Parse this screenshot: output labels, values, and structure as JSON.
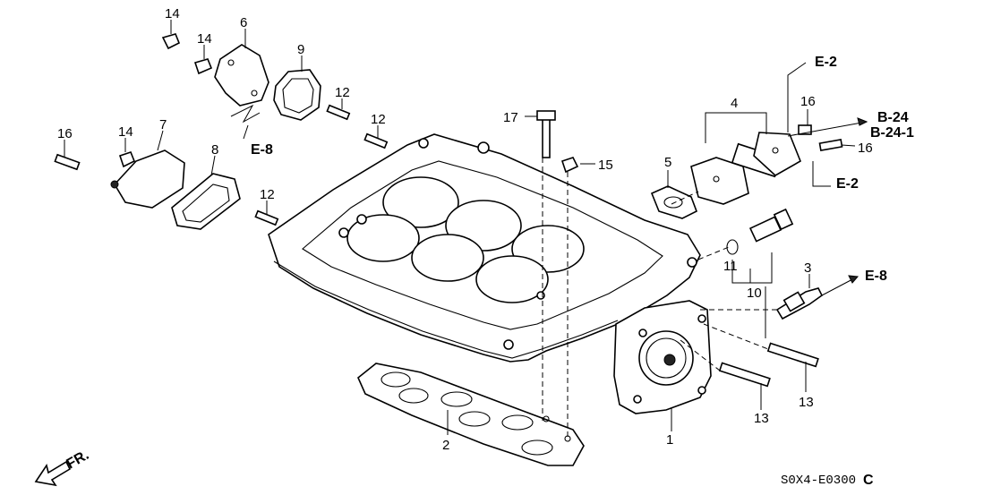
{
  "callouts": {
    "p14a": "14",
    "p14b": "14",
    "p14c": "14",
    "p6": "6",
    "p9": "9",
    "p12a": "12",
    "p12b": "12",
    "p12c": "12",
    "p16a": "16",
    "p7": "7",
    "p8": "8",
    "p17": "17",
    "p15": "15",
    "p5": "5",
    "p4": "4",
    "p16b": "16",
    "p16c": "16",
    "p11": "11",
    "p10": "10",
    "p3": "3",
    "p13a": "13",
    "p13b": "13",
    "p2": "2",
    "p1": "1"
  },
  "references": {
    "e8_left": "E-8",
    "e2_top": "E-2",
    "b24": "B-24",
    "b241": "B-24-1",
    "e2_right": "E-2",
    "e8_right": "E-8"
  },
  "front_arrow": "FR.",
  "diagram_code": "S0X4-E0300",
  "diagram_code_suffix": "C"
}
